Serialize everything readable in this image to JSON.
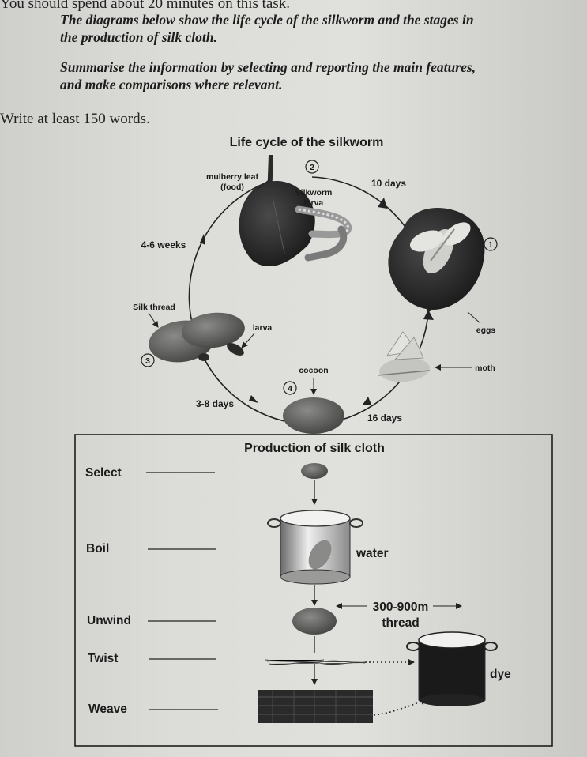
{
  "header": {
    "time_instruction": "You should spend about 20 minutes on this task.",
    "task_line1": "The diagrams below show the life cycle of the silkworm and the stages in",
    "task_line2": "the production of silk cloth.",
    "task_line3": "Summarise the information by selecting and reporting the main features,",
    "task_line4": "and make comparisons where relevant.",
    "word_instruction": "Write at least 150 words."
  },
  "life_cycle": {
    "title": "Life cycle of the silkworm",
    "stage_numbers": [
      "1",
      "2",
      "3",
      "4"
    ],
    "mulberry_leaf_line1": "mulberry leaf",
    "mulberry_leaf_line2": "(food)",
    "silkworm_line1": "Silkworm",
    "silkworm_line2": "larva",
    "duration_10_days": "10 days",
    "duration_4_6_weeks": "4-6 weeks",
    "silk_thread": "Silk thread",
    "larva": "larva",
    "eggs": "eggs",
    "moth": "moth",
    "cocoon": "cocoon",
    "duration_3_8_days": "3-8 days",
    "duration_16_days": "16 days"
  },
  "production": {
    "title": "Production of silk cloth",
    "steps": [
      "Select",
      "Boil",
      "Unwind",
      "Twist",
      "Weave"
    ],
    "water": "water",
    "length": "300-900m",
    "thread": "thread",
    "dye": "dye"
  }
}
